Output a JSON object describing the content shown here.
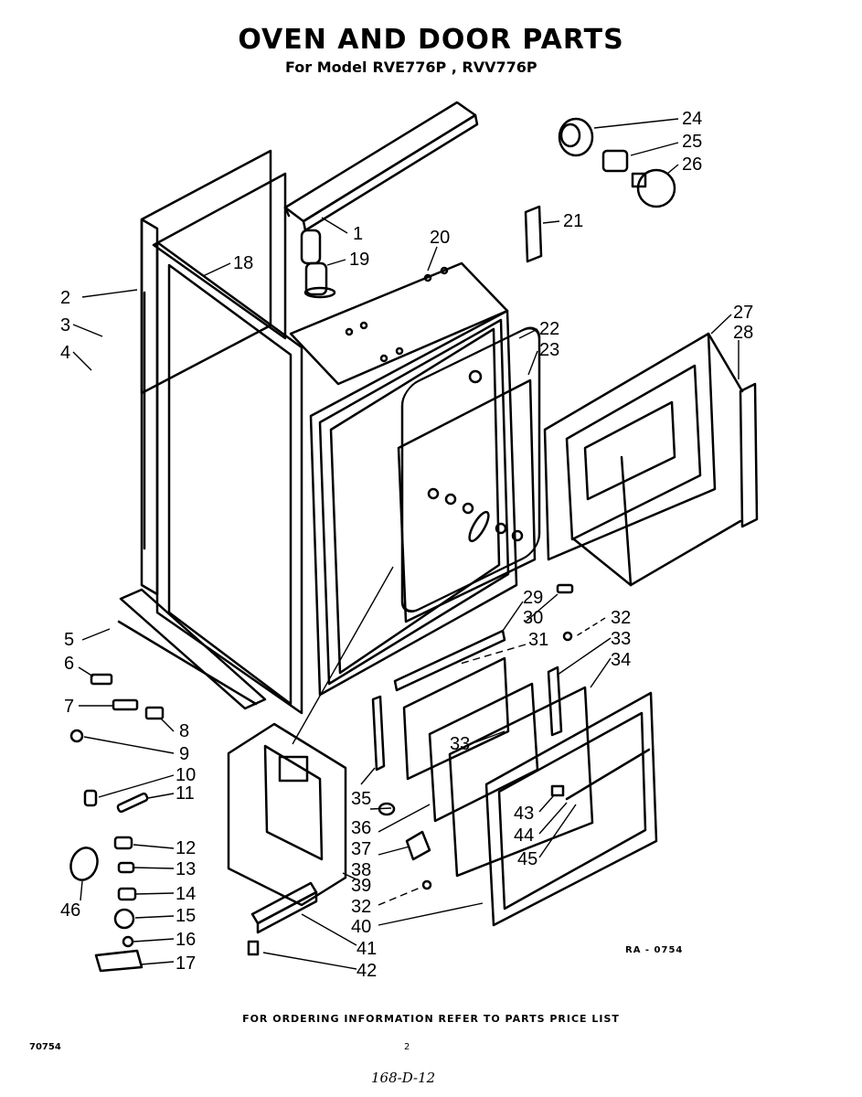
{
  "header": {
    "title": "OVEN AND DOOR PARTS",
    "subtitle_prefix": "For Model",
    "models": "RVE776P , RVV776P"
  },
  "callouts": {
    "c1": "1",
    "c2": "2",
    "c3": "3",
    "c4": "4",
    "c5": "5",
    "c6": "6",
    "c7": "7",
    "c8": "8",
    "c9": "9",
    "c10": "10",
    "c11": "11",
    "c12": "12",
    "c13": "13",
    "c14": "14",
    "c15": "15",
    "c16": "16",
    "c17": "17",
    "c18": "18",
    "c19": "19",
    "c20": "20",
    "c21": "21",
    "c22": "22",
    "c23": "23",
    "c24": "24",
    "c25": "25",
    "c26": "26",
    "c27": "27",
    "c28": "28",
    "c29": "29",
    "c30": "30",
    "c31": "31",
    "c32a": "32",
    "c33a": "33",
    "c34": "34",
    "c33b": "33",
    "c35": "35",
    "c36": "36",
    "c37": "37",
    "c38": "38",
    "c39": "39",
    "c32b": "32",
    "c40": "40",
    "c41": "41",
    "c42": "42",
    "c43": "43",
    "c44": "44",
    "c45": "45",
    "c46": "46"
  },
  "reference_code": "RA - 0754",
  "footer": {
    "ordering_note": "FOR ORDERING INFORMATION REFER TO PARTS PRICE LIST",
    "form_code": "70754",
    "page_number": "2",
    "handwritten_note": "168-D-12"
  }
}
